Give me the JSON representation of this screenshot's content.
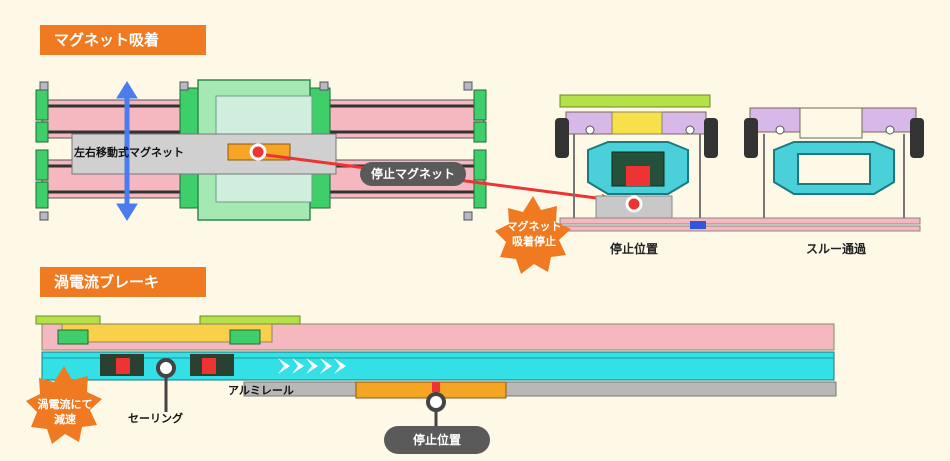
{
  "sections": {
    "magnet_title": "マグネット吸着",
    "eddy_title": "渦電流ブレーキ"
  },
  "magnet": {
    "movable_magnet_label": "左右移動式マグネット",
    "stop_magnet_callout": "停止マグネット",
    "burst_line1": "マグネット",
    "burst_line2": "吸着停止",
    "caption_stop_position": "停止位置",
    "caption_pass_through": "スルー通過"
  },
  "eddy": {
    "burst_line1": "渦電流にて",
    "burst_line2": "減速",
    "ceiling_label": "セーリング",
    "aluminum_rail_label": "アルミレール",
    "stop_position_callout": "停止位置"
  },
  "colors": {
    "accent": "#f07a22",
    "rail_pink": "#f6b8c0",
    "rail_cyan": "#33e0e6",
    "frame_green": "#3fcf6a",
    "arrow_blue": "#4a7cf0",
    "arrow_red": "#ee3333"
  }
}
